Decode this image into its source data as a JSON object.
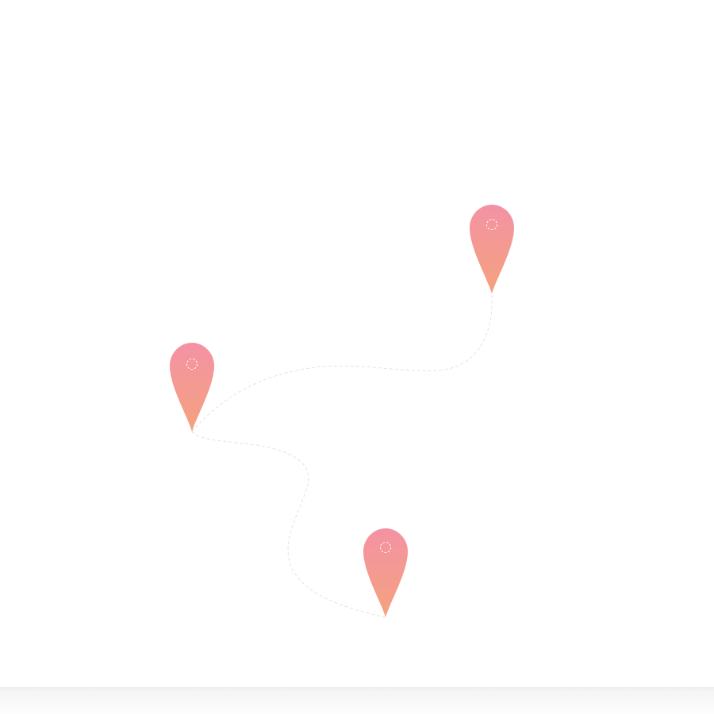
{
  "map": {
    "route_color": "#e3e3e3",
    "pin_gradient": [
      "#f392a4",
      "#f5a27e"
    ],
    "pins": [
      {
        "id": "pin-a",
        "icon": "map-pin-icon"
      },
      {
        "id": "pin-b",
        "icon": "map-pin-icon"
      },
      {
        "id": "pin-c",
        "icon": "map-pin-icon"
      }
    ],
    "routes": [
      {
        "from": "pin-a",
        "to": "pin-b"
      },
      {
        "from": "pin-a",
        "to": "pin-c"
      }
    ]
  }
}
